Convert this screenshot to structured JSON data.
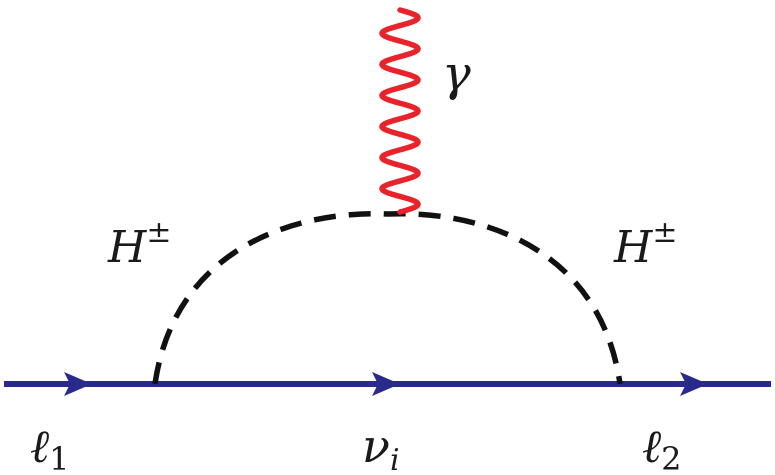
{
  "labels": {
    "photon": "γ",
    "higgs_left_base": "H",
    "higgs_left_sup": "±",
    "higgs_right_base": "H",
    "higgs_right_sup": "±",
    "lepton_in_base": "ℓ",
    "lepton_in_sub": "1",
    "neutrino_base": "ν",
    "neutrino_sub": "i",
    "lepton_out_base": "ℓ",
    "lepton_out_sub": "2"
  },
  "colors": {
    "fermion_line": "#2a2a8c",
    "photon": "#e8232a",
    "scalar": "#111111"
  }
}
